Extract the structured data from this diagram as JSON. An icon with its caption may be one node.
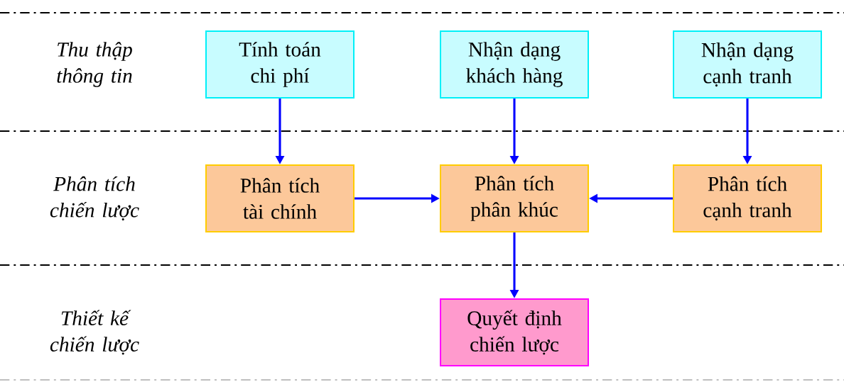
{
  "diagram": {
    "nodes": [
      {
        "text": [
          "Tính toán chi phí"
        ]
      },
      {
        "text": [
          "Nhận dạng khách hàng"
        ]
      },
      {
        "text": [
          "Nhận dạng cạnh tranh"
        ]
      },
      {
        "text": [
          "Phân tích tài chính"
        ]
      },
      {
        "text": [
          "Phân tích phân khúc"
        ]
      },
      {
        "text": [
          "Phân tích cạnh tranh"
        ]
      },
      {
        "text": [
          "Quyết định chiến lược"
        ]
      }
    ],
    "edges": [
      {
        "from": 0,
        "to": 3,
        "arrow": "to"
      },
      {
        "from": 1,
        "to": 4,
        "arrow": "to"
      },
      {
        "from": 2,
        "to": 5,
        "arrow": "to"
      },
      {
        "from": 3,
        "to": 4,
        "arrow": "to"
      },
      {
        "from": 5,
        "to": 4,
        "arrow": "to"
      },
      {
        "from": 4,
        "to": 6,
        "arrow": "to"
      }
    ],
    "labels": [
      "Thu thập thông tin",
      "Phân tích chiến lược",
      "Thiết kế chiến lược"
    ]
  }
}
